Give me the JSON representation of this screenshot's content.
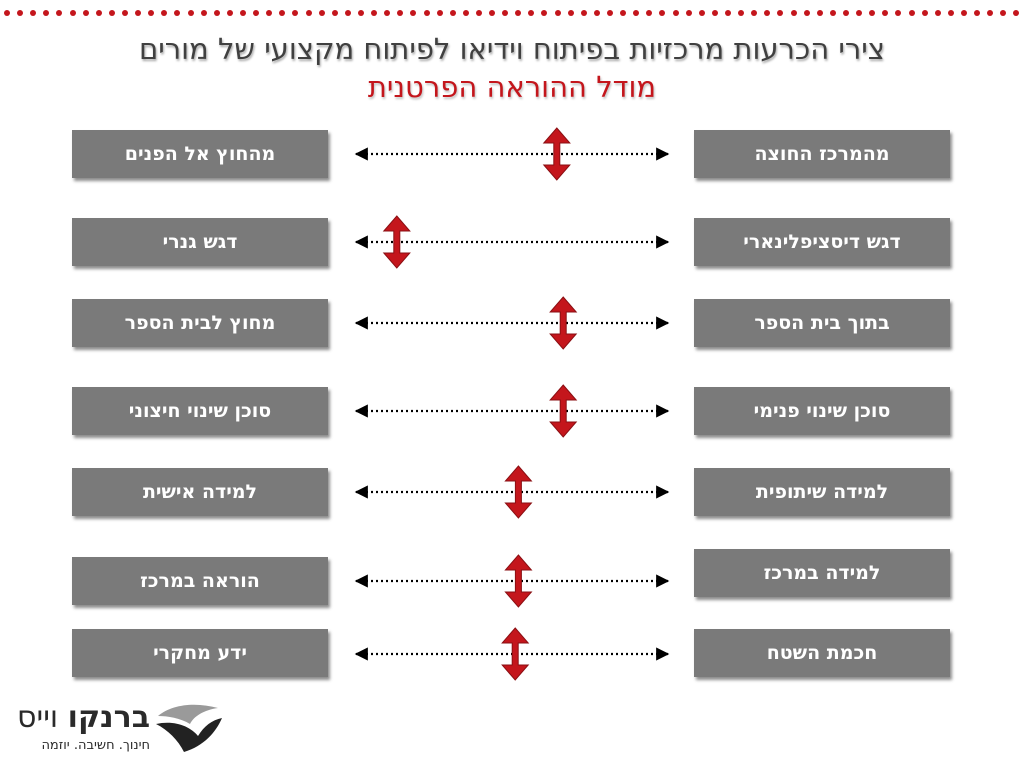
{
  "title": {
    "line1": "צירי הכרעות מרכזיות בפיתוח וידיאו לפיתוח מקצועי של מורים",
    "line2": "מודל ההוראה הפרטנית"
  },
  "rows": [
    {
      "right": "מהמרכז החוצה",
      "left": "מהחוץ אל הפנים",
      "marker": 0.64
    },
    {
      "right": "דגש דיסציפלינארי",
      "left": "דגש גנרי",
      "marker": 0.14
    },
    {
      "right": "בתוך בית הספר",
      "left": "מחוץ לבית הספר",
      "marker": 0.66
    },
    {
      "right": "סוכן שינוי פנימי",
      "left": "סוכן שינוי חיצוני",
      "marker": 0.66
    },
    {
      "right": "למידה שיתופית",
      "left": "למידה אישית",
      "marker": 0.52
    },
    {
      "right": "למידה במרכז",
      "left": "הוראה במרכז",
      "marker": 0.52
    },
    {
      "right": "חכמת השטח",
      "left": "ידע מחקרי",
      "marker": 0.51
    }
  ],
  "logo": {
    "brand_bold": "ברנקו",
    "brand_light": " וייס",
    "tagline": "חינוך. חשיבה. יוזמה"
  },
  "colors": {
    "accent": "#c4161c",
    "box": "#7a7a7a",
    "title": "#404040"
  }
}
